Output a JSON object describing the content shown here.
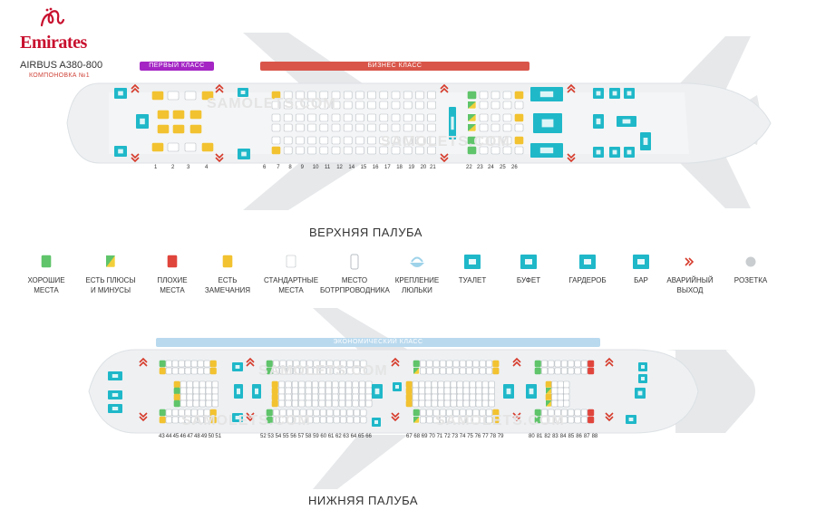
{
  "brand": {
    "name": "Emirates",
    "script_icon": "emirates-arabic-logo"
  },
  "aircraft": {
    "model": "AIRBUS A380-800",
    "config": "КОМПОНОВКА №1"
  },
  "colors": {
    "good": "#5fc46a",
    "mixed_green": "#5fc46a",
    "mixed_yellow": "#f2cf3a",
    "bad": "#e0453c",
    "remarks": "#f2c230",
    "standard": "#d9dde0",
    "facility": "#1fb8c9",
    "exit": "#d63a2a",
    "first_class": "#a425c4",
    "business_class": "#d9554a",
    "economy_class": "#b9d9ee",
    "fuselage": "#eceff1"
  },
  "upper_deck": {
    "title": "ВЕРХНЯЯ ПАЛУБА",
    "classes": {
      "first": "ПЕРВЫЙ КЛАСС",
      "business": "БИЗНЕС КЛАСС"
    },
    "first_rows": [
      "1",
      "2",
      "3",
      "4"
    ],
    "business_rows": [
      "6",
      "7",
      "8",
      "9",
      "10",
      "11",
      "12",
      "14",
      "15",
      "16",
      "17",
      "18",
      "19",
      "20",
      "21",
      "22",
      "23",
      "24",
      "25",
      "26"
    ]
  },
  "lower_deck": {
    "title": "НИЖНЯЯ ПАЛУБА",
    "classes": {
      "economy": "ЭКОНОМИЧЕСКИЙ КЛАСС"
    },
    "rows_a": [
      "43",
      "44",
      "45",
      "46",
      "47",
      "48",
      "49",
      "50",
      "51"
    ],
    "rows_b": [
      "52",
      "53",
      "54",
      "55",
      "56",
      "57",
      "58",
      "59",
      "60",
      "61",
      "62",
      "63",
      "64",
      "65",
      "66"
    ],
    "rows_c": [
      "67",
      "68",
      "69",
      "70",
      "71",
      "72",
      "73",
      "74",
      "75",
      "76",
      "77",
      "78",
      "79"
    ],
    "rows_d": [
      "80",
      "81",
      "82",
      "83",
      "84",
      "85",
      "86",
      "87",
      "88"
    ]
  },
  "watermark": "SAMOLETS.COM",
  "legend": [
    {
      "label": "ХОРОШИЕ\nМЕСТА",
      "icon": "good-seat-icon",
      "kind": "good"
    },
    {
      "label": "ЕСТЬ ПЛЮСЫ\nИ МИНУСЫ",
      "icon": "mixed-seat-icon",
      "kind": "mixed"
    },
    {
      "label": "ПЛОХИЕ\nМЕСТА",
      "icon": "bad-seat-icon",
      "kind": "bad"
    },
    {
      "label": "ЕСТЬ\nЗАМЕЧАНИЯ",
      "icon": "remarks-seat-icon",
      "kind": "remarks"
    },
    {
      "label": "СТАНДАРТНЫЕ\nМЕСТА",
      "icon": "standard-seat-icon",
      "kind": "standard"
    },
    {
      "label": "МЕСТО\nБОТРПРОВОДНИКА",
      "icon": "crew-seat-icon",
      "kind": "crew"
    },
    {
      "label": "КРЕПЛЕНИЕ\nЛЮЛЬКИ",
      "icon": "bassinet-icon",
      "kind": "bassinet"
    },
    {
      "label": "ТУАЛЕТ",
      "icon": "toilet-icon",
      "kind": "toilet"
    },
    {
      "label": "БУФЕТ",
      "icon": "galley-icon",
      "kind": "galley"
    },
    {
      "label": "ГАРДЕРОБ",
      "icon": "wardrobe-icon",
      "kind": "wardrobe"
    },
    {
      "label": "БАР",
      "icon": "bar-icon",
      "kind": "bar"
    },
    {
      "label": "АВАРИЙНЫЙ\nВЫХОД",
      "icon": "emergency-exit-icon",
      "kind": "exit"
    },
    {
      "label": "РОЗЕТКА",
      "icon": "power-outlet-icon",
      "kind": "outlet"
    }
  ]
}
